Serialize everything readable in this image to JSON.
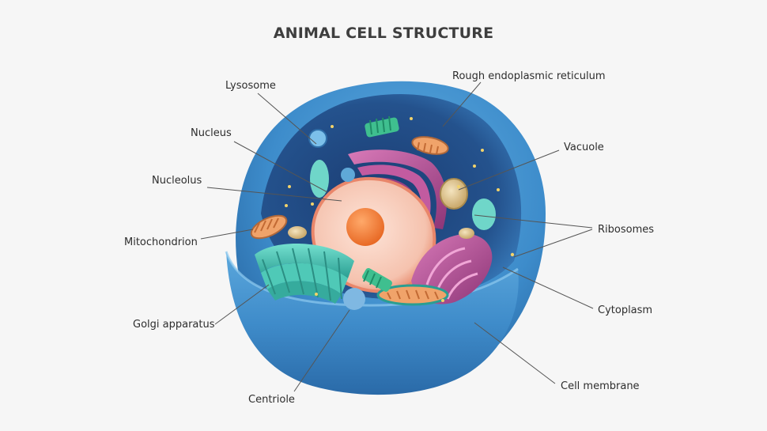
{
  "title": "ANIMAL CELL STRUCTURE",
  "labels": {
    "lysosome": "Lysosome",
    "nucleus": "Nucleus",
    "nucleolus": "Nucleolus",
    "mitochondrion": "Mitochondrion",
    "golgi": "Golgi apparatus",
    "centriole": "Centriole",
    "rough_er": "Rough endoplasmic reticulum",
    "vacuole": "Vacuole",
    "ribosomes": "Ribosomes",
    "cytoplasm": "Cytoplasm",
    "cell_membrane": "Cell membrane"
  },
  "colors": {
    "background": "#f6f6f6",
    "membrane": "#3f8fc9",
    "cytoplasm": "#1f4f86",
    "nucleus": "#f6d3c6",
    "nucleolus": "#f07b3a",
    "golgi": "#40c0b0",
    "er": "#b84f95",
    "mitochondrion": "#e78a4a",
    "vacuole": "#e0c99a",
    "leader_line": "#555555"
  }
}
